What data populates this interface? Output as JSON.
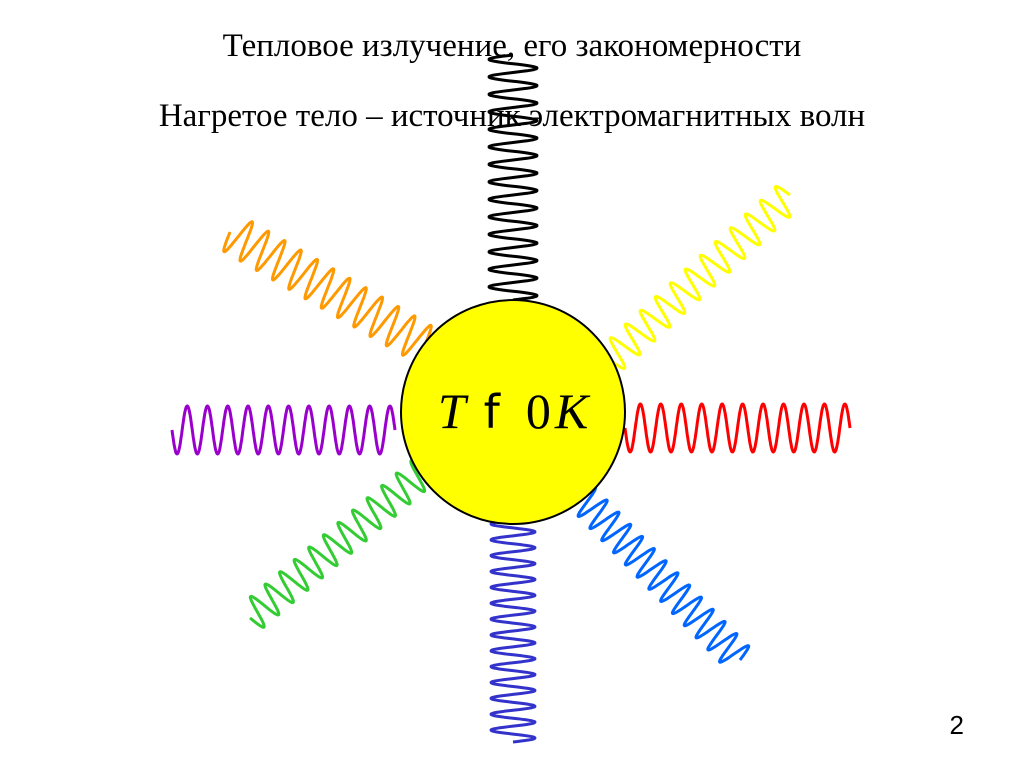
{
  "slide": {
    "title": "Тепловое излучение, его закономерности",
    "subtitle": "Нагретое тело – источник электромагнитных волн",
    "page_number": "2"
  },
  "body": {
    "fill_color": "#ffff00",
    "formula": {
      "var": "T",
      "sym": "f",
      "num": "0",
      "unit": "K"
    }
  },
  "waves": [
    {
      "name": "wave-top",
      "color": "#000000",
      "direction": "up"
    },
    {
      "name": "wave-upper-right",
      "color": "#ffff00",
      "direction": "upper-right"
    },
    {
      "name": "wave-right",
      "color": "#ff0000",
      "direction": "right"
    },
    {
      "name": "wave-lower-right",
      "color": "#0066ff",
      "direction": "lower-right"
    },
    {
      "name": "wave-bottom",
      "color": "#3333cc",
      "direction": "down"
    },
    {
      "name": "wave-lower-left",
      "color": "#33cc33",
      "direction": "lower-left"
    },
    {
      "name": "wave-left",
      "color": "#9900cc",
      "direction": "left"
    },
    {
      "name": "wave-upper-left",
      "color": "#ff9900",
      "direction": "upper-left"
    }
  ]
}
